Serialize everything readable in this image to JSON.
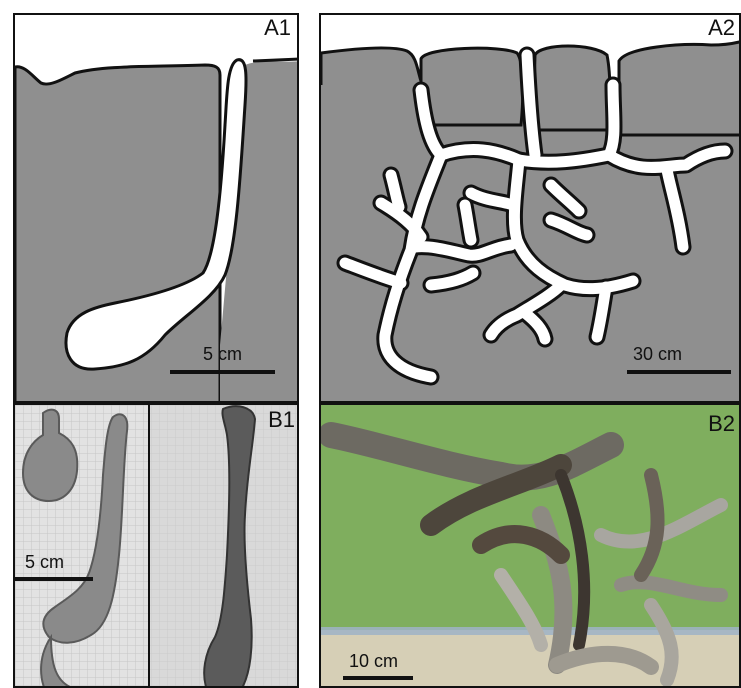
{
  "panels": {
    "a1": {
      "label": "A1",
      "scale": "5 cm"
    },
    "a2": {
      "label": "A2",
      "scale": "30 cm"
    },
    "b1": {
      "label": "B1",
      "scale": "5 cm"
    },
    "b2": {
      "label": "B2",
      "scale": "10 cm"
    }
  },
  "colors": {
    "soil": "#8f8f8f",
    "burrow": "#ffffff",
    "outline": "#111111",
    "graph_paper": "#dcdcdc",
    "cast": "#7c7c7c",
    "green_backdrop": "#7fae5e",
    "floor": "#d8d0b8"
  }
}
